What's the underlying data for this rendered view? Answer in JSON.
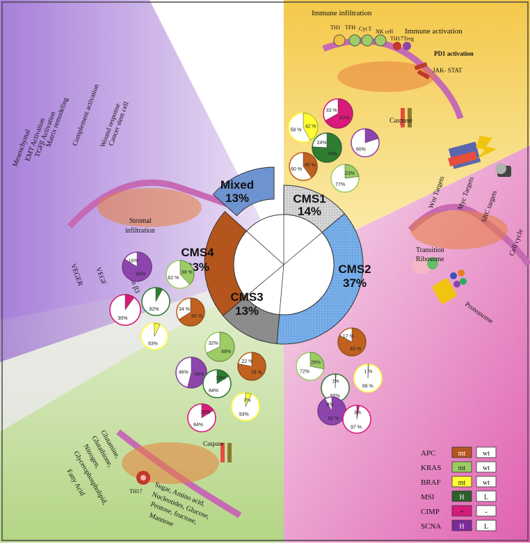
{
  "center_ring": {
    "segments": [
      {
        "name": "CMS1",
        "percent": "14%",
        "color": "#d9d9d9"
      },
      {
        "name": "CMS2",
        "percent": "37%",
        "color": "#6fa8e6"
      },
      {
        "name": "CMS3",
        "percent": "13%",
        "color": "#8c8c8c"
      },
      {
        "name": "CMS4",
        "percent": "23%",
        "color": "#b5551e"
      },
      {
        "name": "Mixed",
        "percent": "13%",
        "color": "#6d93d1"
      }
    ]
  },
  "quadrants": {
    "cms1": {
      "color": "#f2c94c",
      "labels": [
        "Immune infiltration",
        "Immune activation",
        "PD1 activation",
        "JAK- STAT",
        "Caspase"
      ],
      "cells": [
        "TH1",
        "TFH",
        "Cyt T",
        "NK cell",
        "TH17",
        "Treg"
      ]
    },
    "cms2": {
      "color": "#e47bbd",
      "labels": [
        "Wnt Targets",
        "Myc Targets",
        "SRC targets",
        "Cell cycle",
        "Transition",
        "Ribosome",
        "Proteasome"
      ]
    },
    "cms3": {
      "color": "#b9d98a",
      "labels": [
        "Glutamine,",
        "Glutathione,",
        "Nitrogen,",
        "Glycerophospholipid,",
        "Fatty Acid",
        "Caspase",
        "TH17",
        "Sugar, Amino acid,",
        "Nucleotides, Glucose,",
        "Pentose, fructose,",
        "Mannose"
      ]
    },
    "cms4": {
      "color": "#a97fd6",
      "labels": [
        "Mesenchymal",
        "EMT Activation",
        "TGFβ Activation",
        "Matrix remodeling",
        "Complement activation",
        "Wound response",
        "Cancer stem cell",
        "Stromal",
        "infiltration",
        "Integrin β3",
        "VEGF",
        "VEGER"
      ]
    }
  },
  "pies": {
    "cms1": [
      {
        "name": "CIMP",
        "mt": "67%",
        "wt": "33 %",
        "frac": 0.67,
        "color": "#d81b7a"
      },
      {
        "name": "BRAF",
        "mt": "42 %",
        "wt": "58 %",
        "frac": 0.42,
        "color": "#ffff33"
      },
      {
        "name": "MSI",
        "mt": "76%",
        "wt": "24%",
        "frac": 0.76,
        "color": "#2e7d32"
      },
      {
        "name": "SCNA",
        "mt": "",
        "wt": "80%",
        "frac": 0.2,
        "color": "#8e44ad"
      },
      {
        "name": "APC",
        "mt": "40 %",
        "wt": "60 %",
        "frac": 0.4,
        "color": "#c0611f"
      },
      {
        "name": "KRAS",
        "mt": "23%",
        "wt": "77%",
        "frac": 0.23,
        "color": "#9ccc65"
      }
    ],
    "cms2": [
      {
        "name": "APC",
        "mt": "83 %",
        "wt": "17 %",
        "frac": 0.83,
        "color": "#c0611f"
      },
      {
        "name": "KRAS",
        "mt": "28%",
        "wt": "72%",
        "frac": 0.28,
        "color": "#9ccc65"
      },
      {
        "name": "BRAF",
        "mt": "1 %",
        "wt": "99 %",
        "frac": 0.01,
        "color": "#ffff33"
      },
      {
        "name": "MSI",
        "mt": "1%",
        "wt": "99%",
        "frac": 0.01,
        "color": "#2e7d32"
      },
      {
        "name": "SCNA",
        "mt": "92 %",
        "wt": "8%",
        "frac": 0.92,
        "color": "#8e44ad"
      },
      {
        "name": "CIMP",
        "mt": "3%",
        "wt": "97 %",
        "frac": 0.03,
        "color": "#d81b7a"
      }
    ],
    "cms3": [
      {
        "name": "KRAS",
        "mt": "68%",
        "wt": "32%",
        "frac": 0.68,
        "color": "#9ccc65"
      },
      {
        "name": "APC",
        "mt": "78 %",
        "wt": "22 %",
        "frac": 0.78,
        "color": "#c0611f"
      },
      {
        "name": "SCNA",
        "mt": "54%",
        "wt": "46%",
        "frac": 0.54,
        "color": "#8e44ad"
      },
      {
        "name": "MSI",
        "mt": "16%",
        "wt": "84%",
        "frac": 0.16,
        "color": "#2e7d32"
      },
      {
        "name": "CIMP",
        "mt": "16%",
        "wt": "84%",
        "frac": 0.16,
        "color": "#d81b7a"
      },
      {
        "name": "BRAF",
        "mt": "7%",
        "wt": "93%",
        "frac": 0.07,
        "color": "#ffff33"
      }
    ],
    "cms4": [
      {
        "name": "SCNA",
        "mt": "84%",
        "wt": "16%",
        "frac": 0.84,
        "color": "#8e44ad"
      },
      {
        "name": "KRAS",
        "mt": "38 %",
        "wt": "62 %",
        "frac": 0.38,
        "color": "#9ccc65"
      },
      {
        "name": "CIMP",
        "mt": "",
        "wt": "90%",
        "frac": 0.1,
        "color": "#d81b7a"
      },
      {
        "name": "MSI",
        "mt": "",
        "wt": "92%",
        "frac": 0.08,
        "color": "#2e7d32"
      },
      {
        "name": "APC",
        "mt": "66 %",
        "wt": "34 %",
        "frac": 0.66,
        "color": "#c0611f"
      },
      {
        "name": "BRAF",
        "mt": "",
        "wt": "93%",
        "frac": 0.07,
        "color": "#ffff33"
      }
    ]
  },
  "legend": {
    "rows": [
      {
        "label": "APC",
        "mt": "mt",
        "wt": "wt",
        "color": "#b5551e",
        "text_color": "#ffffff"
      },
      {
        "label": "KRAS",
        "mt": "mt",
        "wt": "wt",
        "color": "#9ccc65",
        "text_color": "#222222"
      },
      {
        "label": "BRAF",
        "mt": "mt",
        "wt": "wt",
        "color": "#ffff33",
        "text_color": "#222222"
      },
      {
        "label": "MSI",
        "mt": "H",
        "wt": "L",
        "color": "#2e5e2e",
        "text_color": "#ffffff"
      },
      {
        "label": "CIMP",
        "mt": "+",
        "wt": "-",
        "color": "#d81b7a",
        "text_color": "#222222"
      },
      {
        "label": "SCNA",
        "mt": "H",
        "wt": "L",
        "color": "#7b2a9a",
        "text_color": "#ffffff"
      }
    ]
  }
}
